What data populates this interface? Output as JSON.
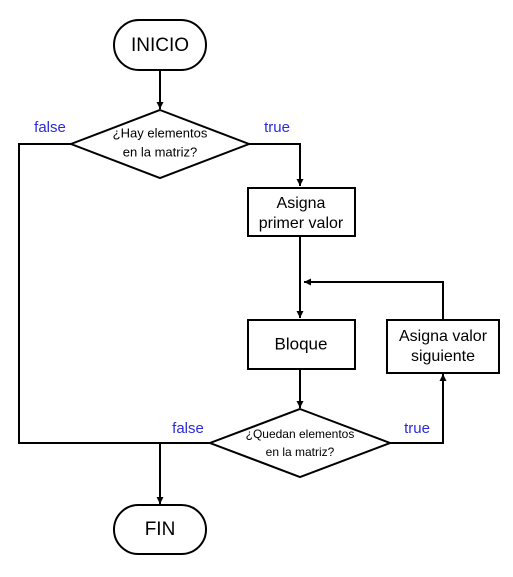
{
  "colors": {
    "edge_label": "#2b2bdc",
    "stroke": "#000000",
    "fill": "#ffffff"
  },
  "nodes": {
    "start": {
      "label": "INICIO"
    },
    "decision_has_elements": {
      "line1": "¿Hay elementos",
      "line2": "en la matriz?"
    },
    "assign_first": {
      "line1": "Asigna",
      "line2": "primer valor"
    },
    "block": {
      "label": "Bloque"
    },
    "assign_next": {
      "line1": "Asigna valor",
      "line2": "siguiente"
    },
    "decision_remaining": {
      "line1": "¿Quedan elementos",
      "line2": "en la matriz?"
    },
    "end": {
      "label": "FIN"
    }
  },
  "edge_labels": {
    "d1_false": "false",
    "d1_true": "true",
    "d2_false": "false",
    "d2_true": "true"
  }
}
